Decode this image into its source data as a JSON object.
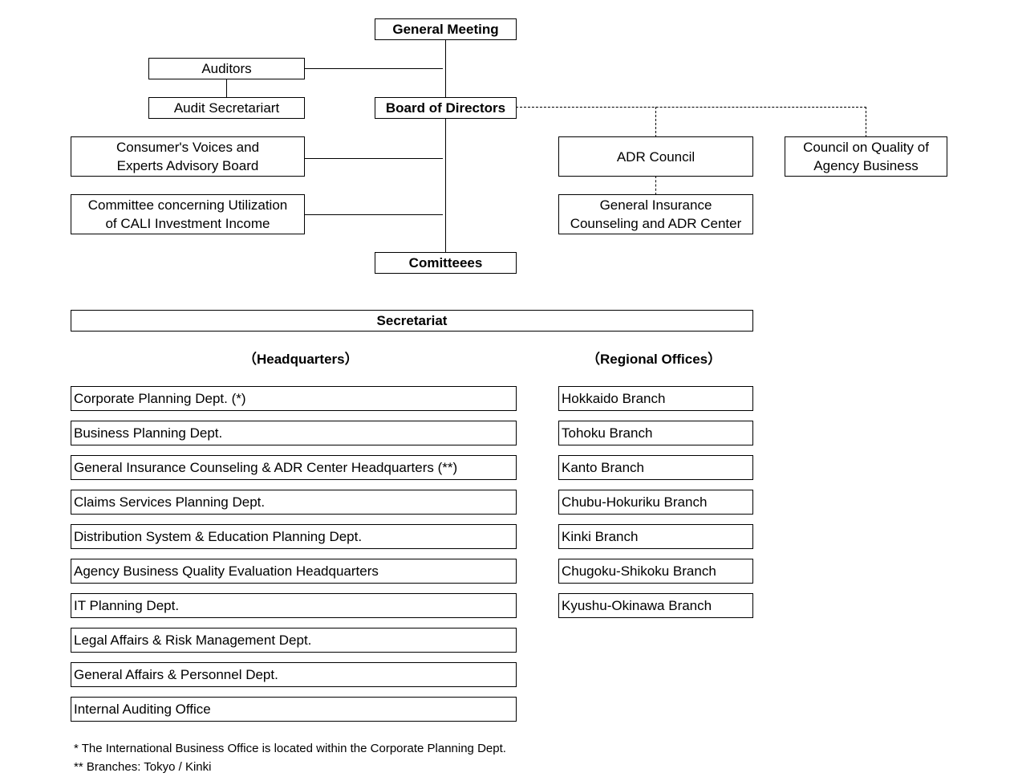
{
  "governance": {
    "general_meeting": "General Meeting",
    "auditors": "Auditors",
    "audit_secretariat": "Audit Secretariart",
    "board_of_directors": "Board of Directors",
    "consumer_board": [
      "Consumer's Voices and",
      "Experts Advisory Board"
    ],
    "cali_committee": [
      "Committee concerning Utilization",
      "of CALI Investment Income"
    ],
    "committees": "Comitteees",
    "adr_council": "ADR Council",
    "adr_center": [
      "General Insurance",
      "Counseling and ADR Center"
    ],
    "quality_council": [
      "Council on Quality of",
      "Agency Business"
    ]
  },
  "secretariat": {
    "title": "Secretariat",
    "hq_heading": "（Headquarters）",
    "regional_heading": "（Regional Offices）",
    "headquarters": [
      "Corporate Planning Dept. (*)",
      "Business Planning Dept.",
      "General Insurance Counseling & ADR Center Headquarters (**)",
      "Claims Services Planning Dept.",
      "Distribution System & Education Planning Dept.",
      "Agency Business Quality Evaluation Headquarters",
      "IT Planning Dept.",
      "Legal Affairs & Risk Management Dept.",
      "General Affairs & Personnel Dept.",
      "Internal Auditing Office"
    ],
    "regional_offices": [
      "Hokkaido Branch",
      "Tohoku Branch",
      "Kanto Branch",
      "Chubu-Hokuriku Branch",
      "Kinki Branch",
      "Chugoku-Shikoku Branch",
      "Kyushu-Okinawa Branch"
    ]
  },
  "notes": {
    "note1": "*  The International Business Office is located within the Corporate Planning Dept.",
    "note2": "** Branches: Tokyo / Kinki"
  }
}
